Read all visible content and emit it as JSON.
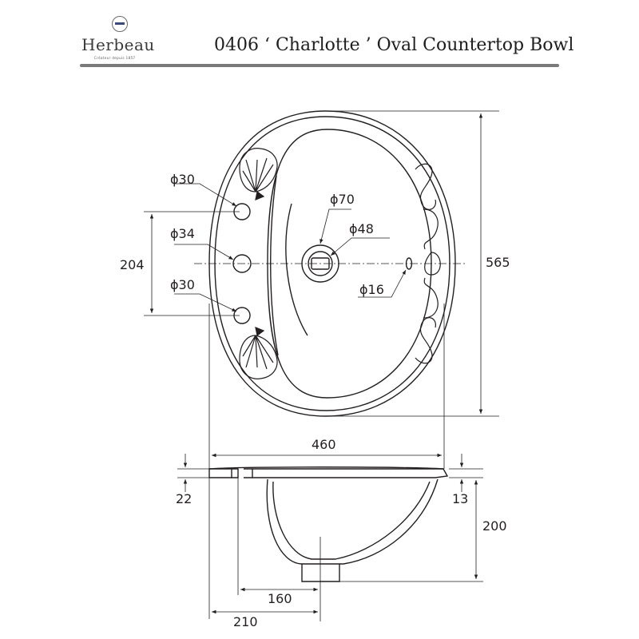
{
  "brand": {
    "name": "Herbeau",
    "tagline": "Créateur depuis 1857"
  },
  "title": "0406 ‘ Charlotte ’ Oval Countertop Bowl",
  "dimensions": {
    "hole_top": "ϕ30",
    "hole_middle": "ϕ34",
    "hole_bottom": "ϕ30",
    "tap_spacing": "204",
    "drain_outer": "ϕ70",
    "drain_inner": "ϕ48",
    "overflow": "ϕ16",
    "depth_total": "565",
    "width_total": "460",
    "rim_thickness": "22",
    "rim_lip": "13",
    "bowl_height": "200",
    "drain_offset_inner": "160",
    "drain_offset_outer": "210"
  }
}
